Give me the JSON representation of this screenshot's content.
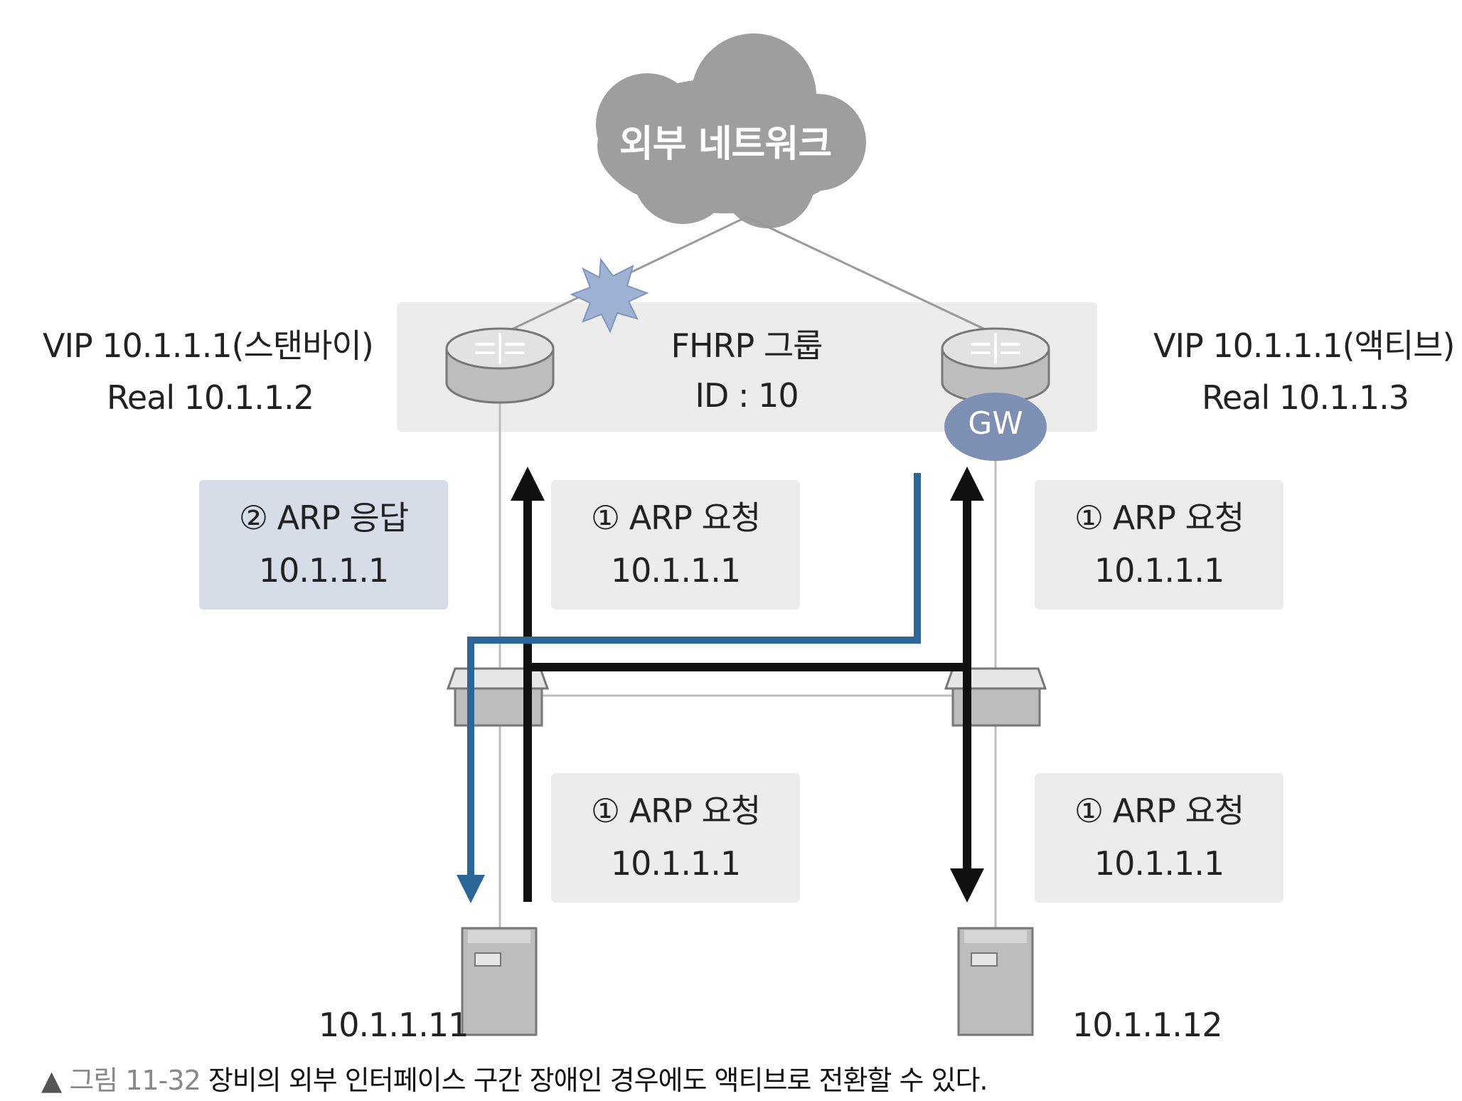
{
  "cloud": {
    "label": "외부 네트워크"
  },
  "fhrp_group": {
    "title": "FHRP 그룹",
    "id": "ID : 10"
  },
  "left_router": {
    "vip": "VIP 10.1.1.1(스탠바이)",
    "real": "Real 10.1.1.2"
  },
  "right_router": {
    "vip": "VIP 10.1.1.1(액티브)",
    "real": "Real 10.1.1.3",
    "badge": "GW"
  },
  "boxes": {
    "reply": {
      "line1": "② ARP 응답",
      "line2": "10.1.1.1"
    },
    "req_top_mid": {
      "line1": "① ARP 요청",
      "line2": "10.1.1.1"
    },
    "req_top_right": {
      "line1": "① ARP 요청",
      "line2": "10.1.1.1"
    },
    "req_bot_mid": {
      "line1": "① ARP 요청",
      "line2": "10.1.1.1"
    },
    "req_bot_right": {
      "line1": "① ARP 요청",
      "line2": "10.1.1.1"
    }
  },
  "hosts": {
    "left": "10.1.1.11",
    "right": "10.1.1.12"
  },
  "caption": {
    "marker": "▲",
    "figure": "그림 11-32",
    "text": "장비의 외부 인터페이스 구간 장애인 경우에도 액티브로 전환할 수 있다."
  },
  "colors": {
    "blue_arrow": "#2c6598",
    "black_arrow": "#111111",
    "cloud": "#9e9e9e",
    "gw_badge": "#7d8fb3",
    "group_bg": "#ececec"
  }
}
